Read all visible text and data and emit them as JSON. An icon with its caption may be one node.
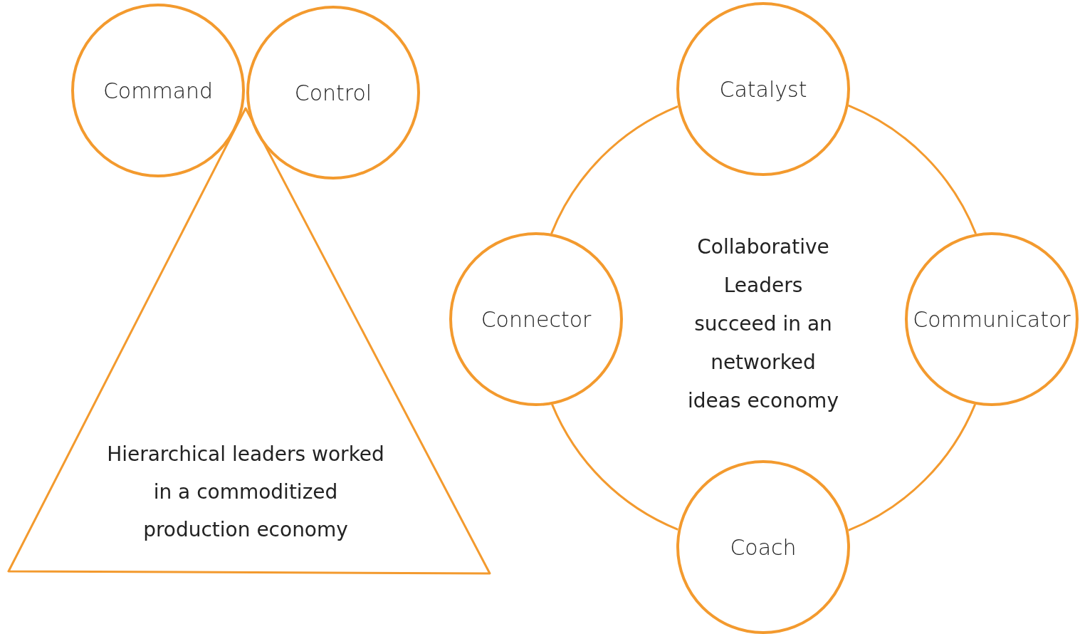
{
  "diagram": {
    "nodes": [
      {
        "text": [
          "Command"
        ]
      },
      {
        "text": [
          "Control"
        ]
      },
      {
        "text": [
          "Hierarchical leaders worked in a commoditized production economy"
        ]
      },
      {
        "text": [
          "Catalyst"
        ]
      },
      {
        "text": [
          "Connector"
        ]
      },
      {
        "text": [
          "Communicator"
        ]
      },
      {
        "text": [
          "Coach"
        ]
      }
    ],
    "edges": [
      {
        "from": 3,
        "to": 4,
        "arrow": "none"
      },
      {
        "from": 3,
        "to": 5,
        "arrow": "none"
      },
      {
        "from": 4,
        "to": 6,
        "arrow": "none"
      },
      {
        "from": 5,
        "to": 6,
        "arrow": "none"
      }
    ],
    "labels": [
      "Collaborative Leaders succeed in an networked ideas economy"
    ]
  }
}
